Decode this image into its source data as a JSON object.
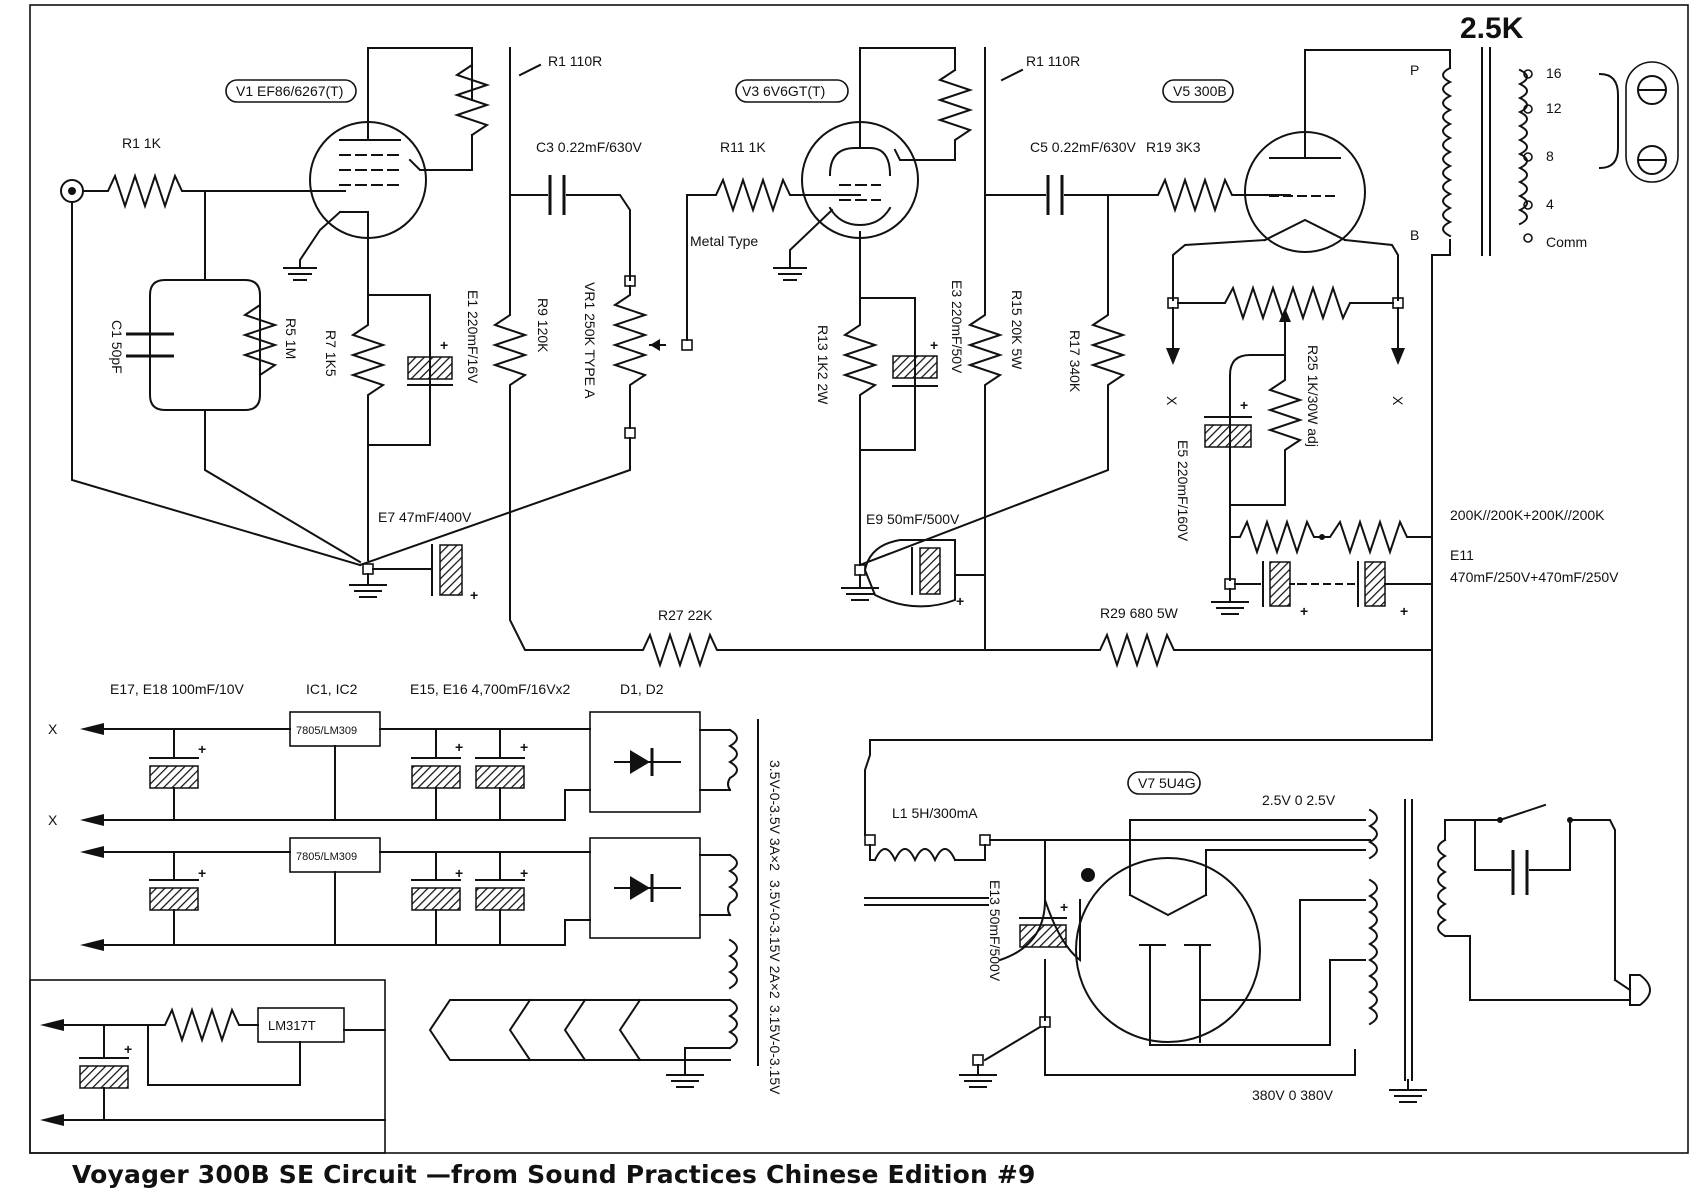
{
  "title": "2.5K",
  "caption": "Voyager 300B SE Circuit —from Sound Practices Chinese Edition #9",
  "tubes": {
    "v1": "V1 EF86/6267(T)",
    "v3": "V3 6V6GT(T)",
    "v5": "V5 300B",
    "v7": "V7 5U4G"
  },
  "metal_type": "Metal Type",
  "resistors": {
    "r1_input": "R1 1K",
    "r1_110_a": "R1 110R",
    "r1_110_b": "R1 110R",
    "r11": "R11 1K",
    "r19": "R19 3K3",
    "r5": "R5 1M",
    "r7": "R7 1K5",
    "r9": "R9 120K",
    "vr1": "VR1 250K TYPE A",
    "r13": "R13 1K2 2W",
    "r15": "R15 20K 5W",
    "r17": "R17 340K",
    "r25": "R25 1K/30W adj",
    "r27": "R27 22K",
    "r29": "R29 680 5W",
    "bleeder": "200K//200K+200K//200K"
  },
  "capacitors": {
    "c1": "C1 50pF",
    "c3": "C3 0.22mF/630V",
    "c5": "C5 0.22mF/630V",
    "e1": "E1 220mF/16V",
    "e3": "E3 220mF/50V",
    "e5": "E5 220mF/160V",
    "e7": "E7 47mF/400V",
    "e9": "E9 50mF/500V",
    "e11": "E11",
    "e11_val": "470mF/250V+470mF/250V",
    "e13": "E13 50mF/500V"
  },
  "output_transformer": {
    "primary_p": "P",
    "primary_b": "B",
    "taps": [
      "16",
      "12",
      "8",
      "4",
      "Comm"
    ]
  },
  "power_supply": {
    "choke": "L1 5H/300mA",
    "heater_tap": "2.5V 0 2.5V",
    "hv_tap": "380V 0 380V",
    "e17": "E17, E18 100mF/10V",
    "ic": "IC1, IC2",
    "e15": "E15, E16 4,700mF/16Vx2",
    "diodes": "D1, D2",
    "reg1": "7805/LM309",
    "reg2": "7805/LM309",
    "reg3": "LM317T",
    "sec1": "3.5V-0-3.5V 3A×2",
    "sec2": "3.5V-0-3.15V 2A×2",
    "sec3": "3.15V-0-3.15V",
    "x": "X"
  }
}
